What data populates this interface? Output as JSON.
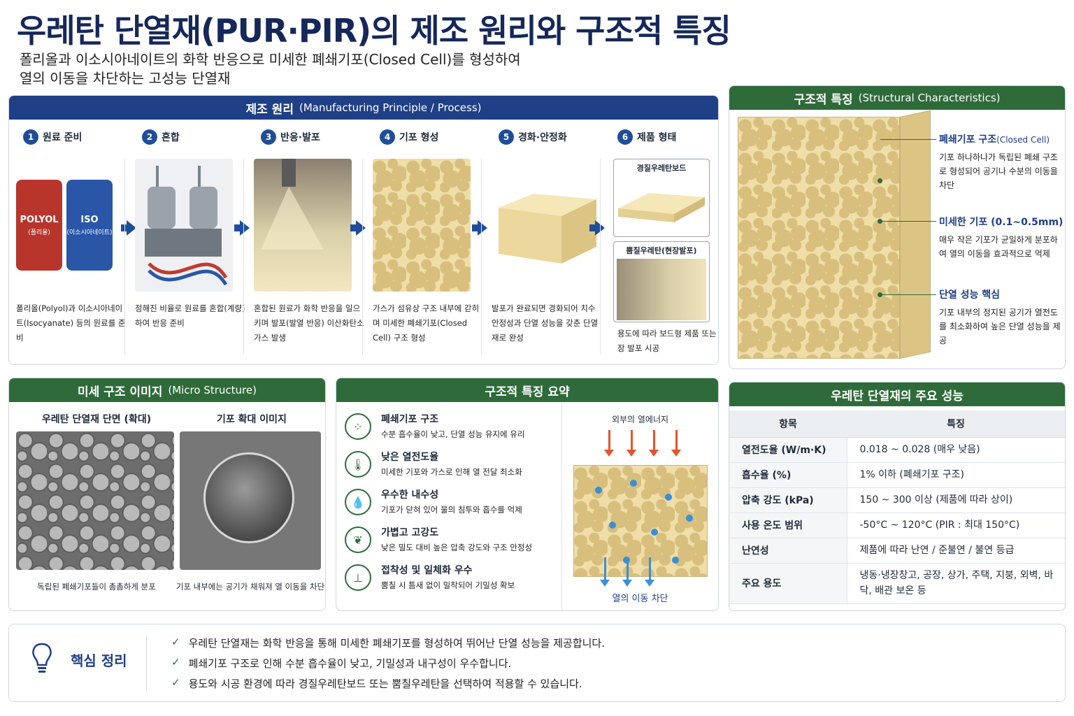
{
  "title": "우레탄 단열재(PUR·PIR)의 제조 원리와 구조적 특징",
  "subtitle_line1": "폴리올과 이소시아네이트의 화학 반응으로 미세한 폐쇄기포(Closed Cell)를 형성하여",
  "subtitle_line2": "열의 이동을 차단하는 고성능 단열재",
  "colors": {
    "navy": "#1f3f86",
    "green": "#2f6b3a",
    "foam": "#f0dea8",
    "heat_red": "#e4542d",
    "cold_blue": "#3a8fd6"
  },
  "manufacturing": {
    "heading_ko": "제조 원리",
    "heading_en": "(Manufacturing Principle / Process)",
    "steps": [
      {
        "num": "1",
        "title": "원료 준비",
        "desc": "폴리올(Polyol)과 이소시아네이트(Isocyanate) 등의 원료를 준비"
      },
      {
        "num": "2",
        "title": "혼합",
        "desc": "정해진 비율로 원료를 혼합(계량)하여 반응 준비"
      },
      {
        "num": "3",
        "title": "반응·발포",
        "desc": "혼합된 원료가 화학 반응을 일으키며 발포(발열 반응) 이산화탄소 가스 발생"
      },
      {
        "num": "4",
        "title": "기포 형성",
        "desc": "가스가 섬유상 구조 내부에 갇히며 미세한 폐쇄기포(Closed Cell) 구조 형성"
      },
      {
        "num": "5",
        "title": "경화·안정화",
        "desc": "발포가 완료되면 경화되어 치수 안정성과 단열 성능을 갖춘 단열재로 완성"
      },
      {
        "num": "6",
        "title": "제품 형태",
        "desc": "용도에 따라 보드형 제품 또는 현장 발포 시공"
      }
    ],
    "drums": {
      "polyol": "POLYOL",
      "polyol_sub": "(폴리올)",
      "iso": "ISO",
      "iso_sub": "(이소시아네이트)"
    },
    "product_board": "경질우레탄보드",
    "product_spray": "뿜칠우레탄(현장발포)"
  },
  "structural": {
    "heading_ko": "구조적 특징",
    "heading_en": "(Structural Characteristics)",
    "callouts": [
      {
        "title": "폐쇄기포 구조",
        "title_small": "(Closed Cell)",
        "desc": "기포 하나하나가 독립된 폐쇄 구조로 형성되어 공기나 수분의 이동을 차단"
      },
      {
        "title": "미세한 기포 (0.1~0.5mm)",
        "title_small": "",
        "desc": "매우 작은 기포가 균일하게 분포하여 열의 이동을 효과적으로 억제"
      },
      {
        "title": "단열 성능 핵심",
        "title_small": "",
        "desc": "기포 내부의 정지된 공기가 열전도를 최소화하여 높은 단열 성능을 제공"
      }
    ]
  },
  "micro": {
    "heading_ko": "미세 구조 이미지",
    "heading_en": "(Micro Structure)",
    "left_title": "우레탄 단열재 단면 (확대)",
    "right_title": "기포 확대 이미지",
    "left_caption": "독립된 폐쇄기포들이 촘촘하게 분포",
    "right_caption": "기포 내부에는 공기가 채워져 열 이동을 차단"
  },
  "summary": {
    "heading": "구조적 특징 요약",
    "features": [
      {
        "icon": "cells-icon",
        "title": "폐쇄기포 구조",
        "desc": "수분 흡수율이 낮고, 단열 성능 유지에 유리"
      },
      {
        "icon": "thermometer-icon",
        "title": "낮은 열전도율",
        "desc": "미세한 기포와 가스로 인해 열 전달 최소화"
      },
      {
        "icon": "water-drop-icon",
        "title": "우수한 내수성",
        "desc": "기포가 닫혀 있어 물의 침투와 흡수를 억제"
      },
      {
        "icon": "leaf-icon",
        "title": "가볍고 고강도",
        "desc": "낮은 밀도 대비 높은 압축 강도와 구조 안정성"
      },
      {
        "icon": "adhesion-icon",
        "title": "접착성 및 일체화 우수",
        "desc": "뿜칠 시 틈새 없이 밀착되어 기밀성 확보"
      }
    ],
    "heat_top": "외부의 열에너지",
    "heat_bottom": "열의 이동 차단"
  },
  "performance": {
    "heading": "우레탄 단열재의 주요 성능",
    "col_item": "항목",
    "col_feature": "특징",
    "rows": [
      {
        "k": "열전도율 (W/m·K)",
        "v": "0.018 ~ 0.028 (매우 낮음)"
      },
      {
        "k": "흡수율 (%)",
        "v": "1% 이하 (폐쇄기포 구조)"
      },
      {
        "k": "압축 강도 (kPa)",
        "v": "150 ~ 300 이상 (제품에 따라 상이)"
      },
      {
        "k": "사용 온도 범위",
        "v": "-50°C ~ 120°C (PIR : 최대 150°C)"
      },
      {
        "k": "난연성",
        "v": "제품에 따라 난연 / 준불연 / 불연 등급"
      },
      {
        "k": "주요 용도",
        "v": "냉동·냉장창고, 공장, 상가, 주택, 지붕, 외벽, 바닥, 배관 보온 등"
      }
    ]
  },
  "key_summary": {
    "title": "핵심 정리",
    "items": [
      "우레탄 단열재는 화학 반응을 통해 미세한 폐쇄기포를 형성하여 뛰어난 단열 성능을 제공합니다.",
      "폐쇄기포 구조로 인해 수분 흡수율이 낮고, 기밀성과 내구성이 우수합니다.",
      "용도와 시공 환경에 따라 경질우레탄보드 또는 뿜칠우레탄을 선택하여 적용할 수 있습니다."
    ]
  }
}
